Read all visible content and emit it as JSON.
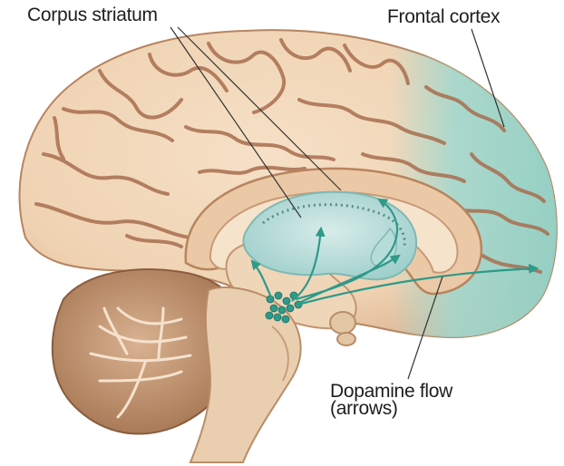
{
  "labels": {
    "corpus_striatum": "Corpus striatum",
    "frontal_cortex": "Frontal cortex",
    "dopamine_flow": "Dopamine flow",
    "arrows_note": "(arrows)"
  },
  "colors": {
    "background": "#ffffff",
    "cortex": "#f2d6b8",
    "cortex_shadow": "#d4a784",
    "sulci": "#a86e4f",
    "highlight_teal": "#9fd8cf",
    "striatum_fill": "#c4e0dd",
    "dopamine_arrow": "#2e9a8a",
    "cerebellum": "#c99c7a",
    "brainstem": "#e9cfaf",
    "leader_line": "#333333"
  }
}
